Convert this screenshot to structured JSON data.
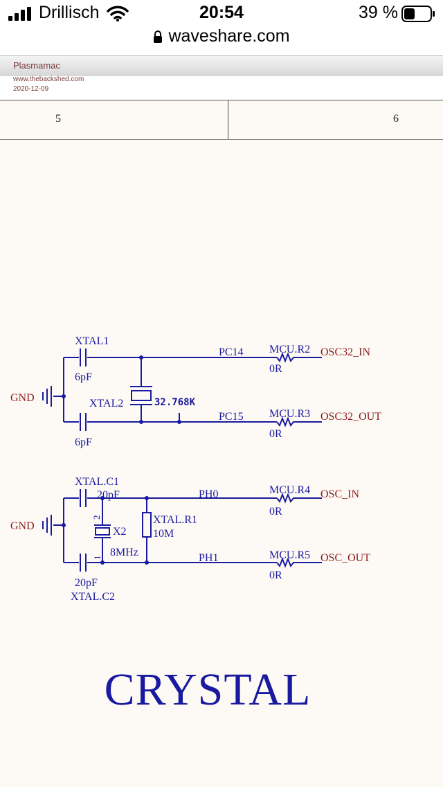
{
  "status_bar": {
    "carrier": "Drillisch",
    "time": "20:54",
    "battery_percent": "39 %",
    "icons": [
      "signal-icon",
      "wifi-icon",
      "battery-icon"
    ]
  },
  "browser": {
    "url": "waveshare.com",
    "icons": [
      "lock-icon"
    ]
  },
  "banner": {
    "author": "Plasmamac",
    "site": "www.thebackshed.com",
    "date": "2020-12-09"
  },
  "grid": {
    "col_left": "5",
    "col_right": "6"
  },
  "schematic": {
    "top": {
      "gnd": "GND",
      "cap_top_name": "XTAL1",
      "cap_top_value": "6pF",
      "cap_bottom_value": "6pF",
      "crystal_name": "XTAL2",
      "crystal_value": "32.768K",
      "net_top": "PC14",
      "net_bottom": "PC15",
      "res_top_name": "MCU.R2",
      "res_top_value": "0R",
      "res_bottom_name": "MCU.R3",
      "res_bottom_value": "0R",
      "port_top": "OSC32_IN",
      "port_bottom": "OSC32_OUT"
    },
    "bottom": {
      "gnd": "GND",
      "cap_top_name": "XTAL.C1",
      "cap_top_value": "20pF",
      "cap_bottom_value": "20pF",
      "cap_bottom_name": "XTAL.C2",
      "crystal_name": "X2",
      "crystal_value": "8MHz",
      "pin_top": "2",
      "pin_bottom": "1",
      "res_mid_name": "XTAL.R1",
      "res_mid_value": "10M",
      "net_top": "PH0",
      "net_bottom": "PH1",
      "res_top_name": "MCU.R4",
      "res_top_value": "0R",
      "res_bottom_name": "MCU.R5",
      "res_bottom_value": "0R",
      "port_top": "OSC_IN",
      "port_bottom": "OSC_OUT"
    },
    "title": "CRYSTAL"
  },
  "colors": {
    "wire": "#1a1aa0",
    "net_label": "#8b1a1a",
    "background": "#fdfaf5"
  }
}
